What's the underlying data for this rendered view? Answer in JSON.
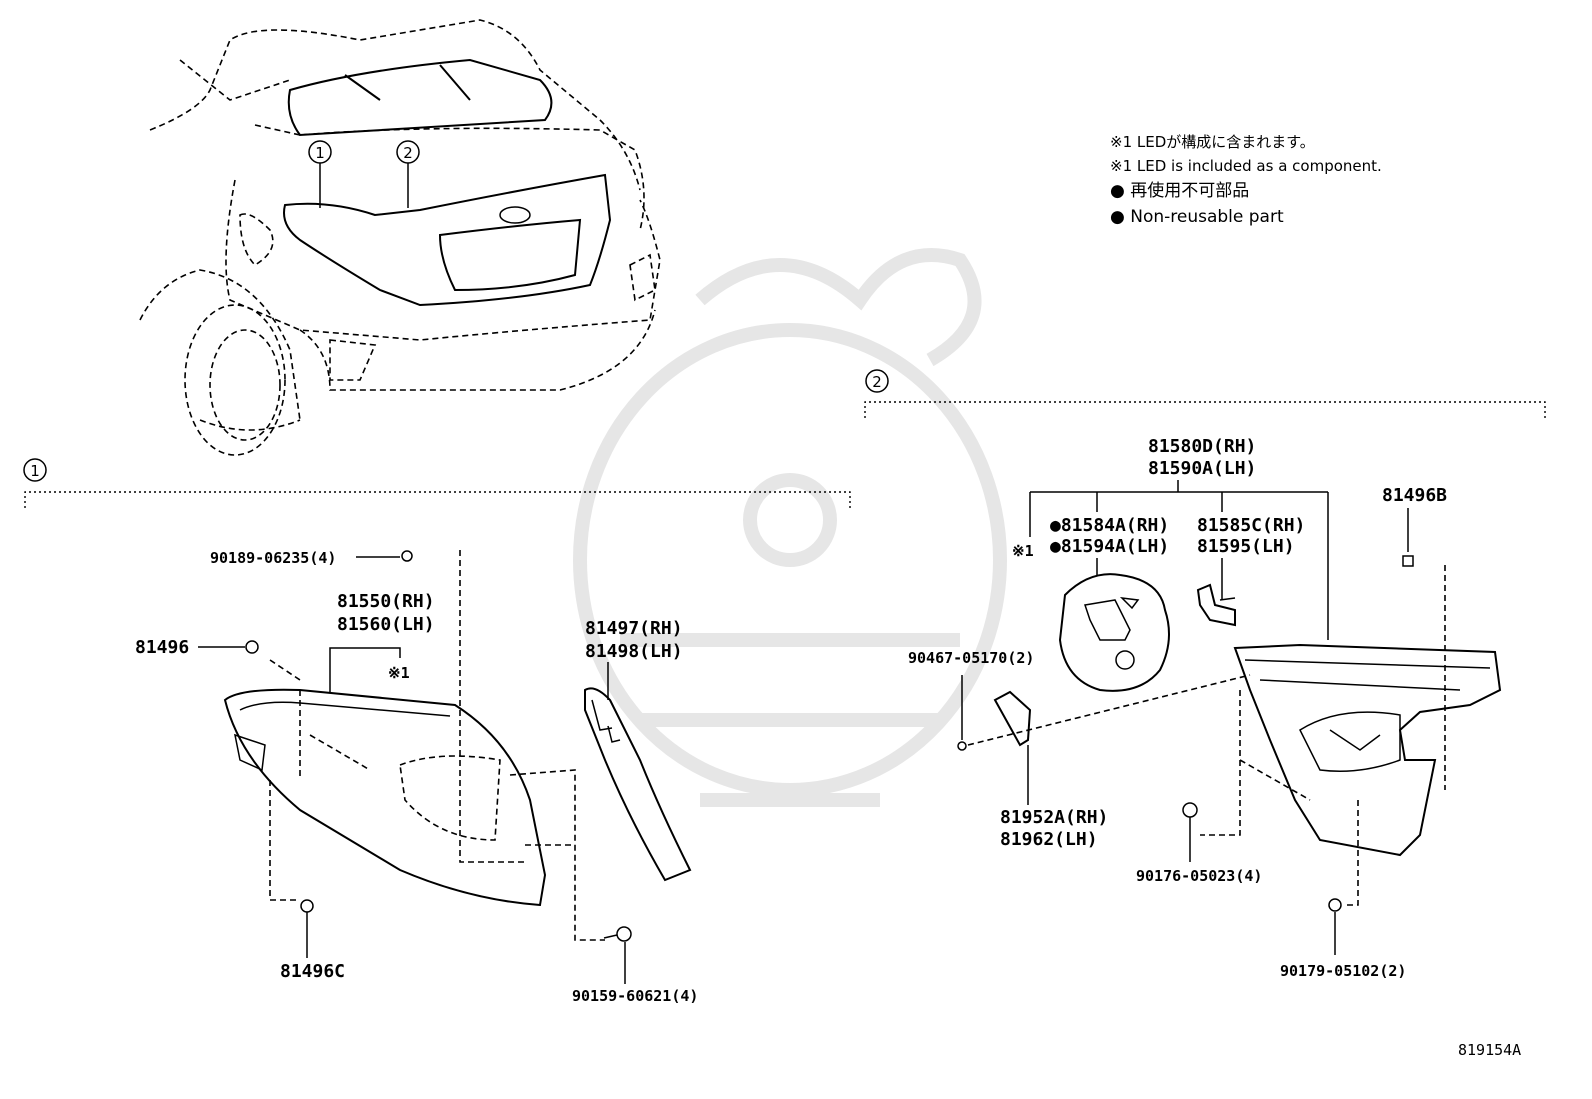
{
  "notes": {
    "led_jp": "※1 LEDが構成に含まれます。",
    "led_en": "※1 LED is included as a component.",
    "nonreuse_jp": "● 再使用不可部品",
    "nonreuse_en": "● Non-reusable part"
  },
  "callouts": {
    "c1": "1",
    "c2": "2"
  },
  "group1": {
    "bolt": "90189-06235(4)",
    "lamp_rh": "81550(RH)",
    "lamp_lh": "81560(LH)",
    "mark": "※1",
    "clip": "81496",
    "cover_rh": "81497(RH)",
    "cover_lh": "81498(LH)",
    "clip_c": "81496C",
    "screw": "90159-60621(4)"
  },
  "group2": {
    "lamp_rh": "81580D(RH)",
    "lamp_lh": "81590A(LH)",
    "gasket_rh": "●81584A(RH)",
    "gasket_lh": "●81594A(LH)",
    "mark": "※1",
    "bracket_rh": "81585C(RH)",
    "bracket_lh": "81595(LH)",
    "clip_b": "81496B",
    "screw1": "90467-05170(2)",
    "cover_rh": "81952A(RH)",
    "cover_lh": "81962(LH)",
    "nut": "90176-05023(4)",
    "screw2": "90179-05102(2)"
  },
  "figure_number": "819154A"
}
